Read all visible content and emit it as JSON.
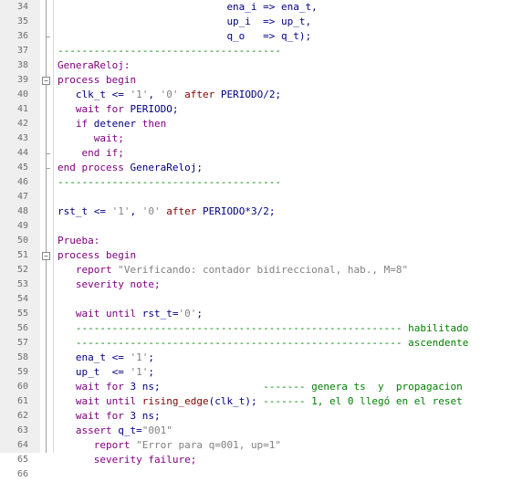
{
  "editor": {
    "lines": [
      {
        "n": "34",
        "indent": "                            ",
        "tokens": [
          {
            "t": "ena_i => ena_t,",
            "c": "plain"
          }
        ]
      },
      {
        "n": "35",
        "indent": "                            ",
        "tokens": [
          {
            "t": "up_i  => up_t,",
            "c": "plain"
          }
        ]
      },
      {
        "n": "36",
        "indent": "                            ",
        "tokens": [
          {
            "t": "q_o   => q_t);",
            "c": "plain"
          }
        ]
      },
      {
        "n": "37",
        "indent": "",
        "tokens": [
          {
            "t": "-------------------------------------",
            "c": "com"
          }
        ]
      },
      {
        "n": "38",
        "indent": "",
        "tokens": [
          {
            "t": "GeneraReloj:",
            "c": "lbl"
          }
        ]
      },
      {
        "n": "39",
        "indent": "",
        "tokens": [
          {
            "t": "process begin",
            "c": "lbl"
          }
        ]
      },
      {
        "n": "40",
        "indent": "   ",
        "tokens": [
          {
            "t": "clk_t <= ",
            "c": "plain"
          },
          {
            "t": "'1'",
            "c": "str"
          },
          {
            "t": ", ",
            "c": "plain"
          },
          {
            "t": "'0'",
            "c": "str"
          },
          {
            "t": " after ",
            "c": "kw"
          },
          {
            "t": "PERIODO/2;",
            "c": "plain"
          }
        ]
      },
      {
        "n": "41",
        "indent": "   ",
        "tokens": [
          {
            "t": "wait for ",
            "c": "lbl"
          },
          {
            "t": "PERIODO;",
            "c": "plain"
          }
        ]
      },
      {
        "n": "42",
        "indent": "   ",
        "tokens": [
          {
            "t": "if ",
            "c": "lbl"
          },
          {
            "t": "detener ",
            "c": "plain"
          },
          {
            "t": "then",
            "c": "lbl"
          }
        ]
      },
      {
        "n": "43",
        "indent": "      ",
        "tokens": [
          {
            "t": "wait;",
            "c": "lbl"
          }
        ]
      },
      {
        "n": "44",
        "indent": "    ",
        "tokens": [
          {
            "t": "end if;",
            "c": "lbl"
          }
        ]
      },
      {
        "n": "45",
        "indent": "",
        "tokens": [
          {
            "t": "end process ",
            "c": "lbl"
          },
          {
            "t": "GeneraReloj;",
            "c": "plain"
          }
        ]
      },
      {
        "n": "46",
        "indent": "",
        "tokens": [
          {
            "t": "-------------------------------------",
            "c": "com"
          }
        ]
      },
      {
        "n": "47",
        "indent": "",
        "tokens": []
      },
      {
        "n": "48",
        "indent": "",
        "tokens": [
          {
            "t": "rst_t <= ",
            "c": "plain"
          },
          {
            "t": "'1'",
            "c": "str"
          },
          {
            "t": ", ",
            "c": "plain"
          },
          {
            "t": "'0'",
            "c": "str"
          },
          {
            "t": " after ",
            "c": "kw"
          },
          {
            "t": "PERIODO*3/2;",
            "c": "plain"
          }
        ]
      },
      {
        "n": "49",
        "indent": "",
        "tokens": []
      },
      {
        "n": "50",
        "indent": "",
        "tokens": [
          {
            "t": "Prueba:",
            "c": "lbl"
          }
        ]
      },
      {
        "n": "51",
        "indent": "",
        "tokens": [
          {
            "t": "process begin",
            "c": "lbl"
          }
        ]
      },
      {
        "n": "52",
        "indent": "   ",
        "tokens": [
          {
            "t": "report ",
            "c": "lbl"
          },
          {
            "t": "\"Verificando: contador bidireccional, hab., M=8\"",
            "c": "str"
          }
        ]
      },
      {
        "n": "53",
        "indent": "   ",
        "tokens": [
          {
            "t": "severity note;",
            "c": "lbl"
          }
        ]
      },
      {
        "n": "54",
        "indent": "",
        "tokens": []
      },
      {
        "n": "55",
        "indent": "   ",
        "tokens": [
          {
            "t": "wait until ",
            "c": "lbl"
          },
          {
            "t": "rst_t=",
            "c": "plain"
          },
          {
            "t": "'0'",
            "c": "str"
          },
          {
            "t": ";",
            "c": "plain"
          }
        ]
      },
      {
        "n": "56",
        "indent": "   ",
        "tokens": [
          {
            "t": "------------------------------------------------------ habilitado",
            "c": "com"
          }
        ]
      },
      {
        "n": "57",
        "indent": "   ",
        "tokens": [
          {
            "t": "------------------------------------------------------ ascendente",
            "c": "com"
          }
        ]
      },
      {
        "n": "58",
        "indent": "   ",
        "tokens": [
          {
            "t": "ena_t <= ",
            "c": "plain"
          },
          {
            "t": "'1'",
            "c": "str"
          },
          {
            "t": ";",
            "c": "plain"
          }
        ]
      },
      {
        "n": "59",
        "indent": "   ",
        "tokens": [
          {
            "t": "up_t  <= ",
            "c": "plain"
          },
          {
            "t": "'1'",
            "c": "str"
          },
          {
            "t": ";",
            "c": "plain"
          }
        ]
      },
      {
        "n": "60",
        "indent": "   ",
        "tokens": [
          {
            "t": "wait for ",
            "c": "lbl"
          },
          {
            "t": "3 ns;",
            "c": "plain"
          },
          {
            "t": "                 ------- genera ts  y  propagacion",
            "c": "com"
          }
        ]
      },
      {
        "n": "61",
        "indent": "   ",
        "tokens": [
          {
            "t": "wait until ",
            "c": "lbl"
          },
          {
            "t": "rising_edge",
            "c": "kw"
          },
          {
            "t": "(clk_t); ",
            "c": "plain"
          },
          {
            "t": "------- 1, el 0 llegó en el reset",
            "c": "com"
          }
        ]
      },
      {
        "n": "62",
        "indent": "   ",
        "tokens": [
          {
            "t": "wait for ",
            "c": "lbl"
          },
          {
            "t": "3 ns;",
            "c": "plain"
          }
        ]
      },
      {
        "n": "63",
        "indent": "   ",
        "tokens": [
          {
            "t": "assert ",
            "c": "lbl"
          },
          {
            "t": "q_t=",
            "c": "plain"
          },
          {
            "t": "\"001\"",
            "c": "str"
          }
        ]
      },
      {
        "n": "64",
        "indent": "      ",
        "tokens": [
          {
            "t": "report ",
            "c": "lbl"
          },
          {
            "t": "\"Error para q=001, up=1\"",
            "c": "str"
          }
        ]
      },
      {
        "n": "65",
        "indent": "      ",
        "tokens": [
          {
            "t": "severity failure;",
            "c": "lbl"
          }
        ]
      },
      {
        "n": "66",
        "indent": "",
        "tokens": []
      }
    ]
  },
  "colors": {
    "background": "#ffffff",
    "gutter": "#efefef",
    "identifier": "#000080",
    "keyword": "#800000",
    "string": "#808080",
    "comment": "#008000",
    "label": "#800080"
  }
}
